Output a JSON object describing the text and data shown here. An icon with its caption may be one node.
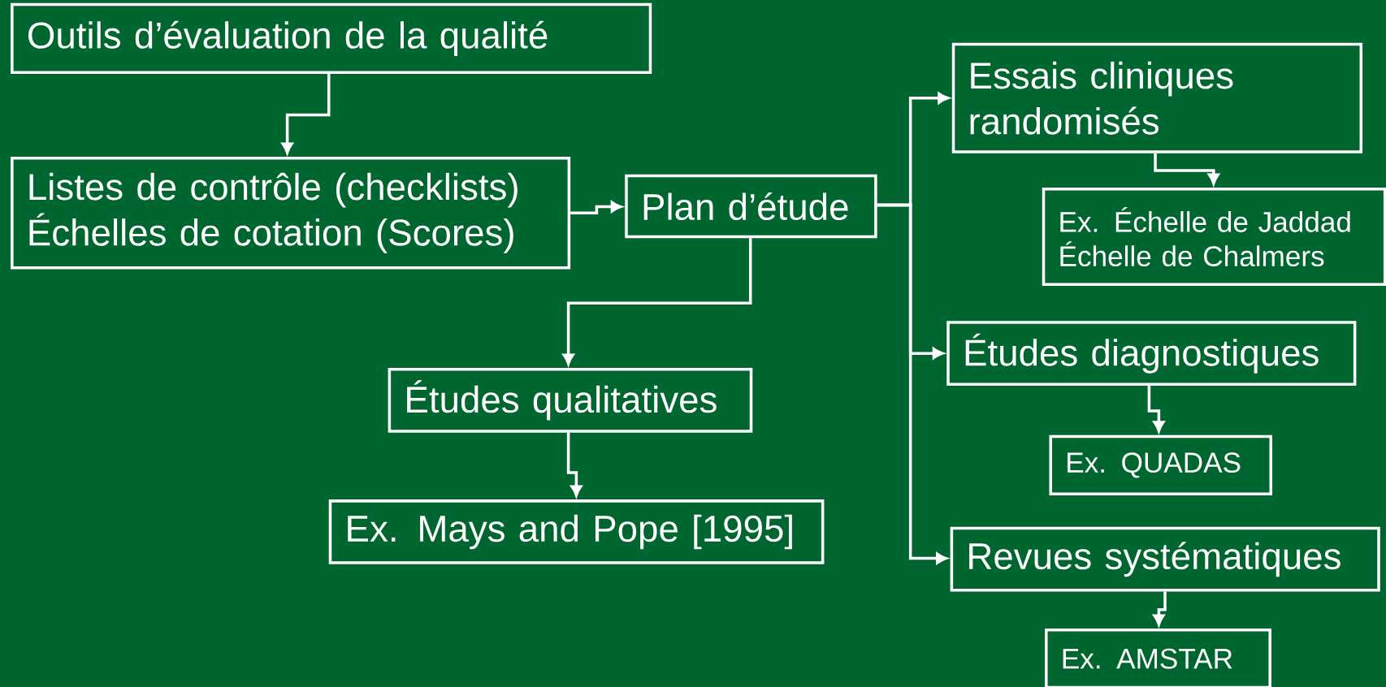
{
  "diagram": {
    "nodes": [
      {
        "text": [
          "Outils d’évaluation de la qualité"
        ]
      },
      {
        "text": [
          "Listes de contrôle (checklists)",
          "Échelles de cotation (Scores)"
        ]
      },
      {
        "text": [
          "Plan d’étude"
        ]
      },
      {
        "text": [
          "Études qualitatives"
        ]
      },
      {
        "text": [
          "Ex. Mays and Pope [1995]"
        ]
      },
      {
        "text": [
          "Essais cliniques randomisés"
        ]
      },
      {
        "text": [
          "Ex. Échelle de Jaddad",
          "Échelle de Chalmers"
        ]
      },
      {
        "text": [
          "Études diagnostiques"
        ]
      },
      {
        "text": [
          "Ex. QUADAS"
        ]
      },
      {
        "text": [
          "Revues systématiques"
        ]
      },
      {
        "text": [
          "Ex. AMSTAR"
        ]
      }
    ],
    "edges": [
      {
        "from": 0,
        "to": 1,
        "arrow": "to"
      },
      {
        "from": 1,
        "to": 2,
        "arrow": "to"
      },
      {
        "from": 2,
        "to": 3,
        "arrow": "to"
      },
      {
        "from": 3,
        "to": 4,
        "arrow": "to"
      },
      {
        "from": 2,
        "to": 5,
        "arrow": "to"
      },
      {
        "from": 2,
        "to": 7,
        "arrow": "to"
      },
      {
        "from": 2,
        "to": 9,
        "arrow": "to"
      },
      {
        "from": 5,
        "to": 6,
        "arrow": "to"
      },
      {
        "from": 7,
        "to": 8,
        "arrow": "to"
      },
      {
        "from": 9,
        "to": 10,
        "arrow": "to"
      }
    ]
  }
}
